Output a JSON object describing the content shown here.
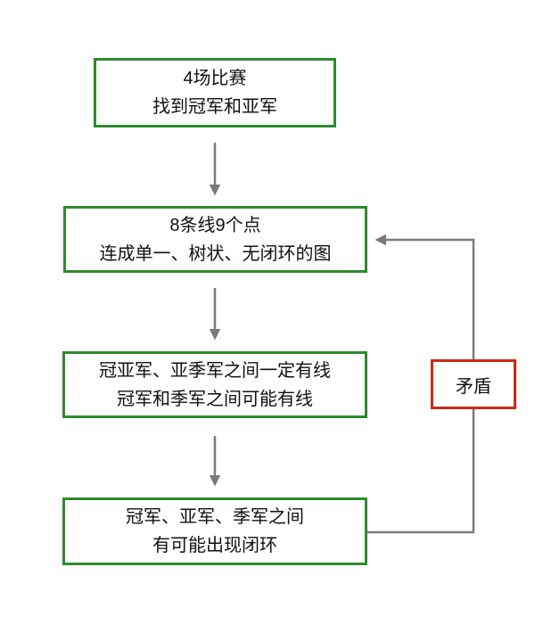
{
  "flow": {
    "boxes": [
      {
        "name": "box-four-matches",
        "lines": [
          "4场比赛",
          "找到冠军和亚军"
        ]
      },
      {
        "name": "box-tree-graph",
        "lines": [
          "8条线9个点",
          "连成单一、树状、无闭环的图"
        ]
      },
      {
        "name": "box-edge-rules",
        "lines": [
          "冠亚军、亚季军之间一定有线",
          "冠军和季军之间可能有线"
        ]
      },
      {
        "name": "box-possible-cycle",
        "lines": [
          "冠军、亚军、季军之间",
          "有可能出现闭环"
        ]
      }
    ],
    "contradiction_label": "矛盾"
  },
  "colors": {
    "box-border": "#2e8b2e",
    "label-border": "#cd2a14",
    "connector": "#7a7a7a",
    "text": "#111111",
    "background": "#ffffff"
  }
}
